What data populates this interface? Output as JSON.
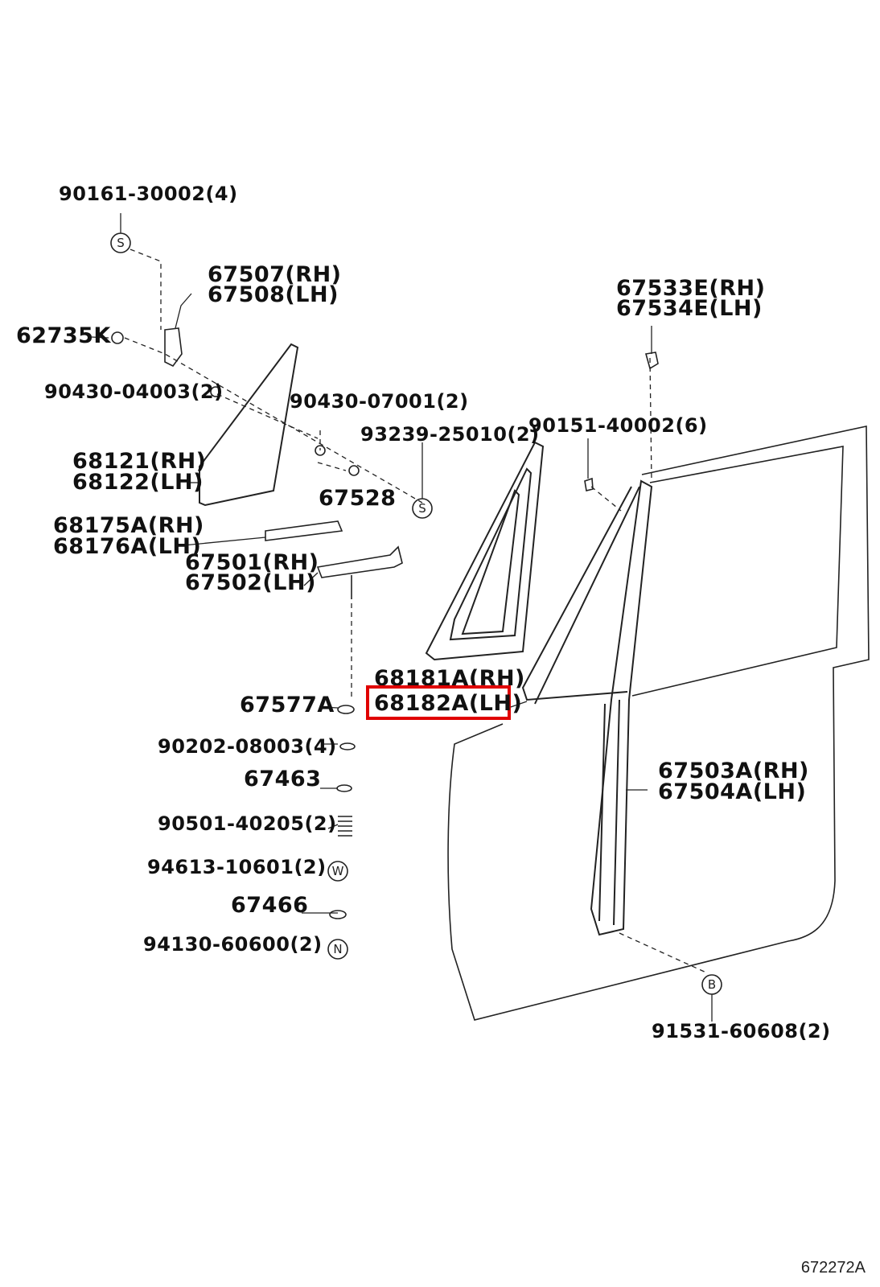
{
  "figure_number": "672272A",
  "highlighted_part": "68182A(LH)",
  "labels": {
    "p90161": "90161-30002(4)",
    "p67507": "67507(RH)",
    "p67508": "67508(LH)",
    "p62735": "62735K",
    "p90430a": "90430-04003(2)",
    "p90430b": "90430-07001(2)",
    "p68121": "68121(RH)",
    "p68122": "68122(LH)",
    "p67528": "67528",
    "p93239": "93239-25010(2)",
    "p90151": "90151-40002(6)",
    "p67533": "67533E(RH)",
    "p67534": "67534E(LH)",
    "p68175": "68175A(RH)",
    "p68176": "68176A(LH)",
    "p67501": "67501(RH)",
    "p67502": "67502(LH)",
    "p68181": "68181A(RH)",
    "p68182": "68182A(LH)",
    "p67577": "67577A",
    "p90202": "90202-08003(4)",
    "p67463": "67463",
    "p90501": "90501-40205(2)",
    "p94613": "94613-10601(2)",
    "p67466": "67466",
    "p94130": "94130-60600(2)",
    "p67503": "67503A(RH)",
    "p67504": "67504A(LH)",
    "p91531": "91531-60608(2)"
  },
  "symbols": {
    "s1": "S",
    "s2": "S",
    "w": "W",
    "n": "N",
    "b": "B"
  }
}
